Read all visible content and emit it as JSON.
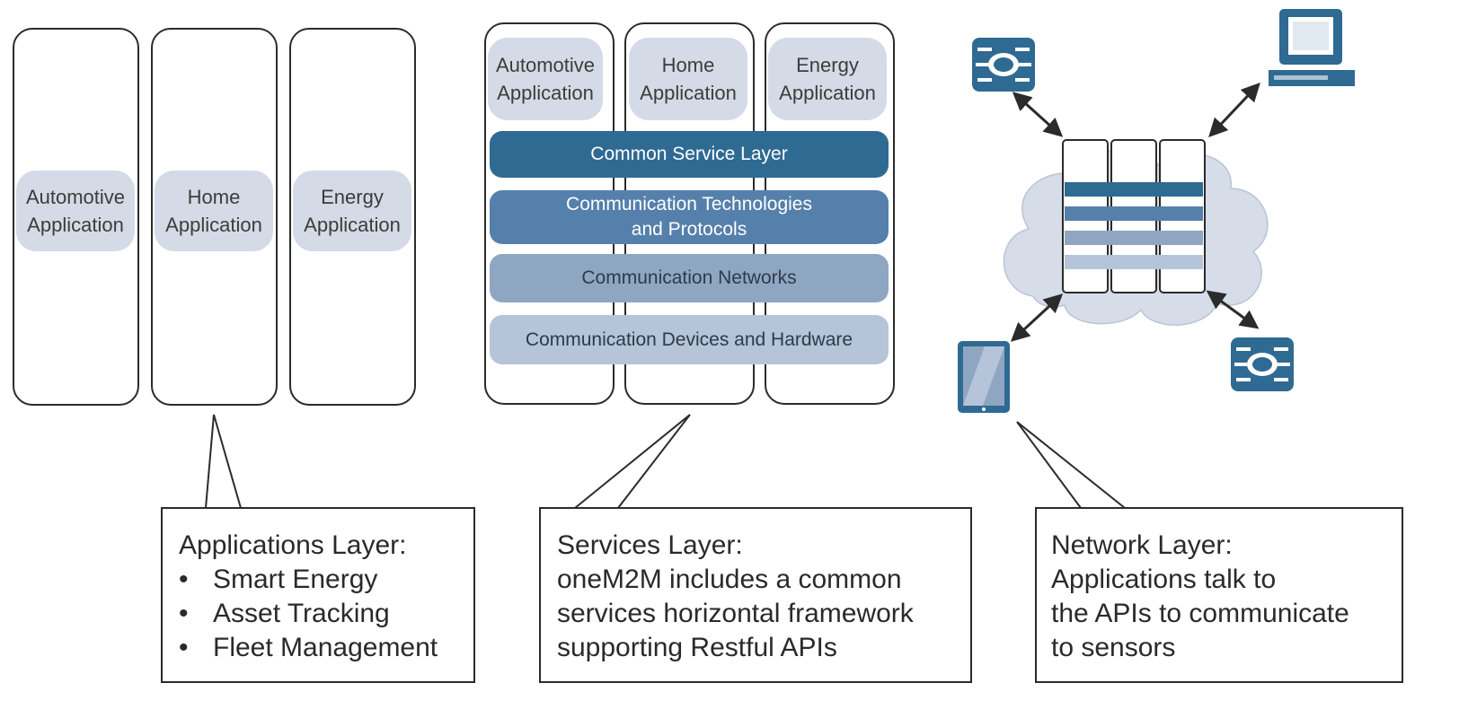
{
  "left_panel": {
    "apps": [
      "Automotive\nApplication",
      "Home\nApplication",
      "Energy\nApplication"
    ]
  },
  "middle_panel": {
    "apps": [
      "Automotive\nApplication",
      "Home\nApplication",
      "Energy\nApplication"
    ],
    "layers": [
      "Common Service Layer",
      "Communication Technologies\nand Protocols",
      "Communication Networks",
      "Communication Devices and Hardware"
    ]
  },
  "callouts": {
    "applications": {
      "title": "Applications Layer:",
      "bullets": [
        "Smart Energy",
        "Asset Tracking",
        "Fleet Management"
      ]
    },
    "services": {
      "lines": [
        "Services Layer:",
        "oneM2M includes a common",
        "services horizontal framework",
        "supporting Restful APIs"
      ]
    },
    "network": {
      "lines": [
        "Network Layer:",
        "Applications talk to",
        "the APIs to communicate",
        "to sensors"
      ]
    }
  },
  "network_diagram": {
    "icons": [
      "sensor-chip-icon",
      "computer-terminal-icon",
      "tablet-icon",
      "sensor-chip-icon",
      "cloud-icon",
      "server-rack-icon"
    ]
  },
  "colors": {
    "dark_blue": "#2f6a93",
    "mid_blue": "#5580ab",
    "light_blue": "#8fa6c3",
    "pale_blue": "#b5c4d8",
    "pill": "#d4dbe6",
    "cloud": "#d6dde8"
  }
}
